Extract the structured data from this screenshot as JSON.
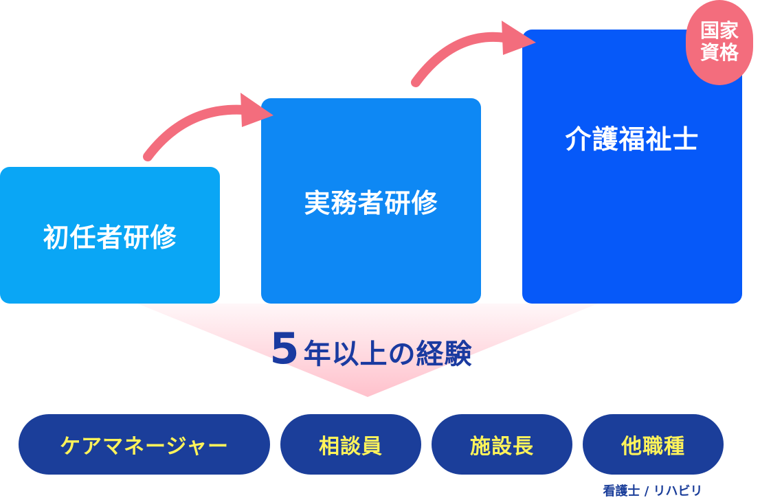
{
  "steps": [
    {
      "label": "初任者研修",
      "color": "#0aa6f5"
    },
    {
      "label": "実務者研修",
      "color": "#0e88f4"
    },
    {
      "label": "介護福祉士",
      "color": "#0659f9"
    }
  ],
  "badge": {
    "line1": "国家",
    "line2": "資格",
    "color": "#f36d7d"
  },
  "arrow_color": "#f36d7d",
  "experience": {
    "number": "5",
    "text": "年以上の経験",
    "color": "#1a3aa0"
  },
  "careers": [
    {
      "label": "ケアマネージャー"
    },
    {
      "label": "相談員"
    },
    {
      "label": "施設長"
    },
    {
      "label": "他職種"
    }
  ],
  "careers_style": {
    "background": "#1b3e9a",
    "text_color": "#fff35a"
  },
  "careers_note": "看護士 / リハビリ"
}
